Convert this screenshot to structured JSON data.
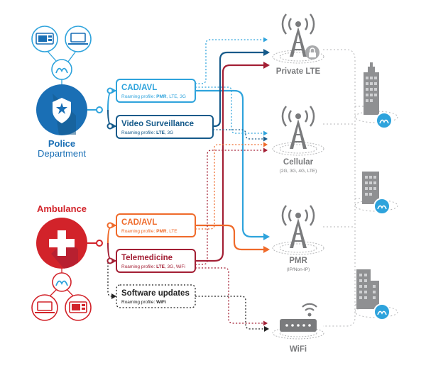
{
  "police": {
    "label_line1": "Police",
    "label_line2": "Department",
    "color": "#1a6fb5"
  },
  "ambulance": {
    "label": "Ambulance",
    "color": "#d2232a"
  },
  "apps": {
    "police_cad": {
      "title": "CAD/AVL",
      "profile_prefix": "Roaming profile: ",
      "profile_bold": "PMR",
      "profile_rest": ", LTE, 3G",
      "color": "#2ea3dc"
    },
    "police_video": {
      "title": "Video Surveillance",
      "profile_prefix": "Roaming profile: ",
      "profile_bold": "LTE",
      "profile_rest": ", 3G",
      "color": "#155a8a"
    },
    "amb_cad": {
      "title": "CAD/AVL",
      "profile_prefix": "Roaming profile: ",
      "profile_bold": "PMR",
      "profile_rest": ", LTE",
      "color": "#ef6a2a"
    },
    "amb_tele": {
      "title": "Telemedicine",
      "profile_prefix": "Roaming profile: ",
      "profile_bold": "LTE",
      "profile_rest": ", 3G, WiFi",
      "color": "#a31f34"
    },
    "software": {
      "title": "Software updates",
      "profile_prefix": "Roaming profile: ",
      "profile_bold": "WiFi",
      "profile_rest": "",
      "color": "#222222"
    }
  },
  "networks": {
    "private_lte": {
      "label": "Private LTE",
      "sub": ""
    },
    "cellular": {
      "label": "Cellular",
      "sub": "(2G, 3G, 4G, LTE)"
    },
    "pmr": {
      "label": "PMR",
      "sub": "(IP/Non-IP)"
    },
    "wifi": {
      "label": "WiFi",
      "sub": ""
    }
  },
  "icons": {
    "police_devices": [
      "vehicle-terminal-icon",
      "laptop-icon",
      "router-icon"
    ],
    "ambulance_devices": [
      "router-icon",
      "laptop-icon",
      "vehicle-terminal-icon"
    ],
    "network_icons": [
      "cell-tower-icon",
      "lock-icon",
      "wifi-router-icon"
    ],
    "buildings": [
      "building-icon",
      "building-icon",
      "building-icon"
    ]
  },
  "colors": {
    "tower_gray": "#7a7b7d",
    "dotted_gray": "#b4b5b7",
    "router_badge": "#2ea3dc"
  }
}
